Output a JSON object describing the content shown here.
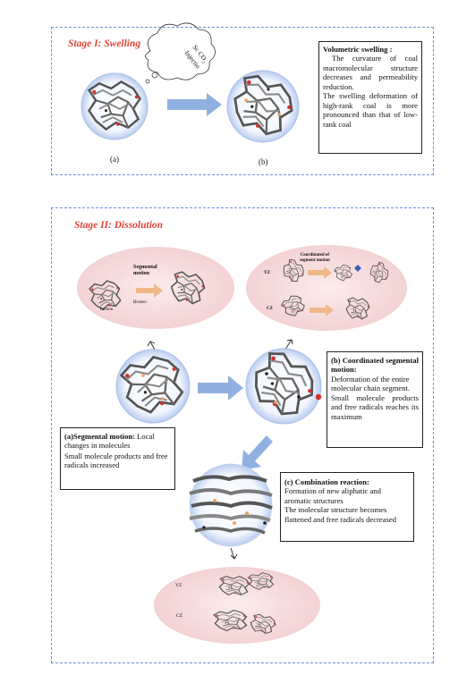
{
  "stage1": {
    "title": "Stage I: Swelling",
    "bubble_line1": "Sc CO",
    "bubble_sub": "2",
    "bubble_line2": "Injectio",
    "label_a": "(a)",
    "label_b": "(b)",
    "textbox": {
      "heading": "Volumetric swelling :",
      "p1": "The curvature of coal macromolecular structure decreases and permeability reduction.",
      "p2": "The swelling deformation of high-rank coal is more pronounced than that of low-rank coal"
    }
  },
  "stage2": {
    "title": "Stage II: Dissolution",
    "ellipse_left": {
      "heading_line1": "Segmental",
      "heading_line2": "motion",
      "torsion": "Torsion",
      "broken": "Broken"
    },
    "ellipse_right": {
      "heading_line1": "Coordinated of",
      "heading_line2": "segment motion",
      "row1": "YZ",
      "row2": "CZ"
    },
    "ellipse_bottom": {
      "row1": "YZ",
      "row2": "CZ"
    },
    "box_a": {
      "heading": "(a)Segmental motion:",
      "line1": " Local changes in molecules",
      "line2": "Small molecule products and free radicals increased"
    },
    "box_b": {
      "heading": "(b) Coordinated segmental motion:",
      "line1": "Deformation of the entire molecular chain segment.",
      "line2": "Small molecule products and free radicals reaches its maximum"
    },
    "box_c": {
      "heading": "(c) Combination reaction:",
      "line1": "Formation of new aliphatic and aromatic structures",
      "line2": "The molecular structure becomes flattened and free radicals decreased"
    }
  },
  "colors": {
    "border_dashed": "#6f8fd6",
    "stage_title": "#e0433a",
    "arrow_blue": "#8fb0e0",
    "ellipse_fill": "#f6dcdc",
    "orange_arrow": "#f0b889"
  }
}
